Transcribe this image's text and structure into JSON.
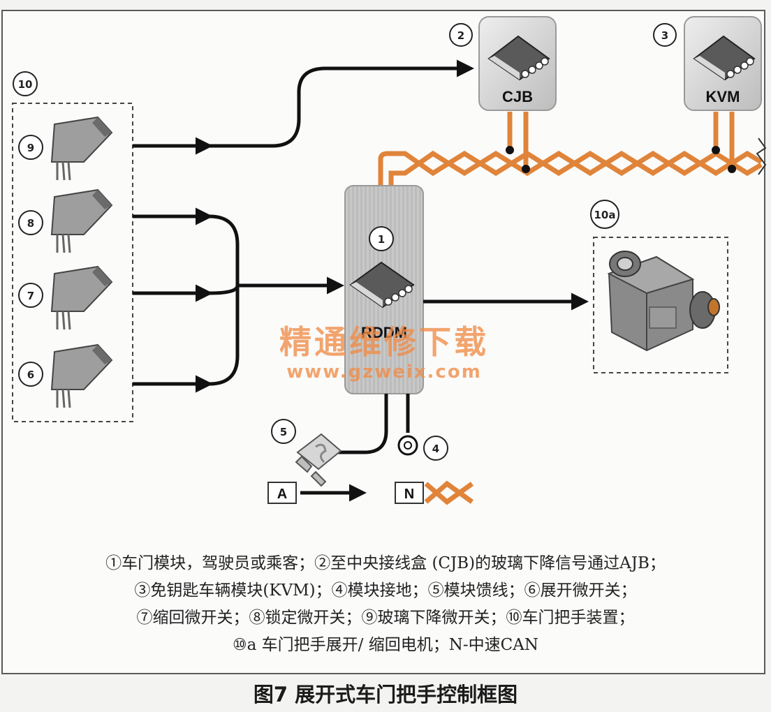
{
  "modules": {
    "rddm": {
      "number": "1",
      "label": "RDDM"
    },
    "cjb": {
      "number": "2",
      "label": "CJB"
    },
    "kvm": {
      "number": "3",
      "label": "KVM"
    }
  },
  "ground": {
    "number": "4"
  },
  "fuse": {
    "number": "5"
  },
  "switches": [
    {
      "number": "9"
    },
    {
      "number": "8"
    },
    {
      "number": "7"
    },
    {
      "number": "6"
    }
  ],
  "handle_assembly": {
    "number": "10"
  },
  "motor": {
    "number": "10a"
  },
  "legend_keys": {
    "a": "A",
    "n": "N"
  },
  "caption_lines": [
    "①车门模块，驾驶员或乘客；②至中央接线盒 (CJB)的玻璃下降信号通过AJB；",
    "③免钥匙车辆模块(KVM)；④模块接地；⑤模块馈线；⑥展开微开关；",
    "⑦缩回微开关；⑧锁定微开关；⑨玻璃下降微开关；⑩车门把手装置；",
    "⑩a 车门把手展开/ 缩回电机；N-中速CAN"
  ],
  "figure_title": "图7 展开式车门把手控制框图",
  "watermark": {
    "line1": "精通维修下载",
    "line2": "www.gzweix.com"
  },
  "colors": {
    "can_bus": "#e0843a",
    "wire": "#111111",
    "module": "#c9c9c9"
  }
}
